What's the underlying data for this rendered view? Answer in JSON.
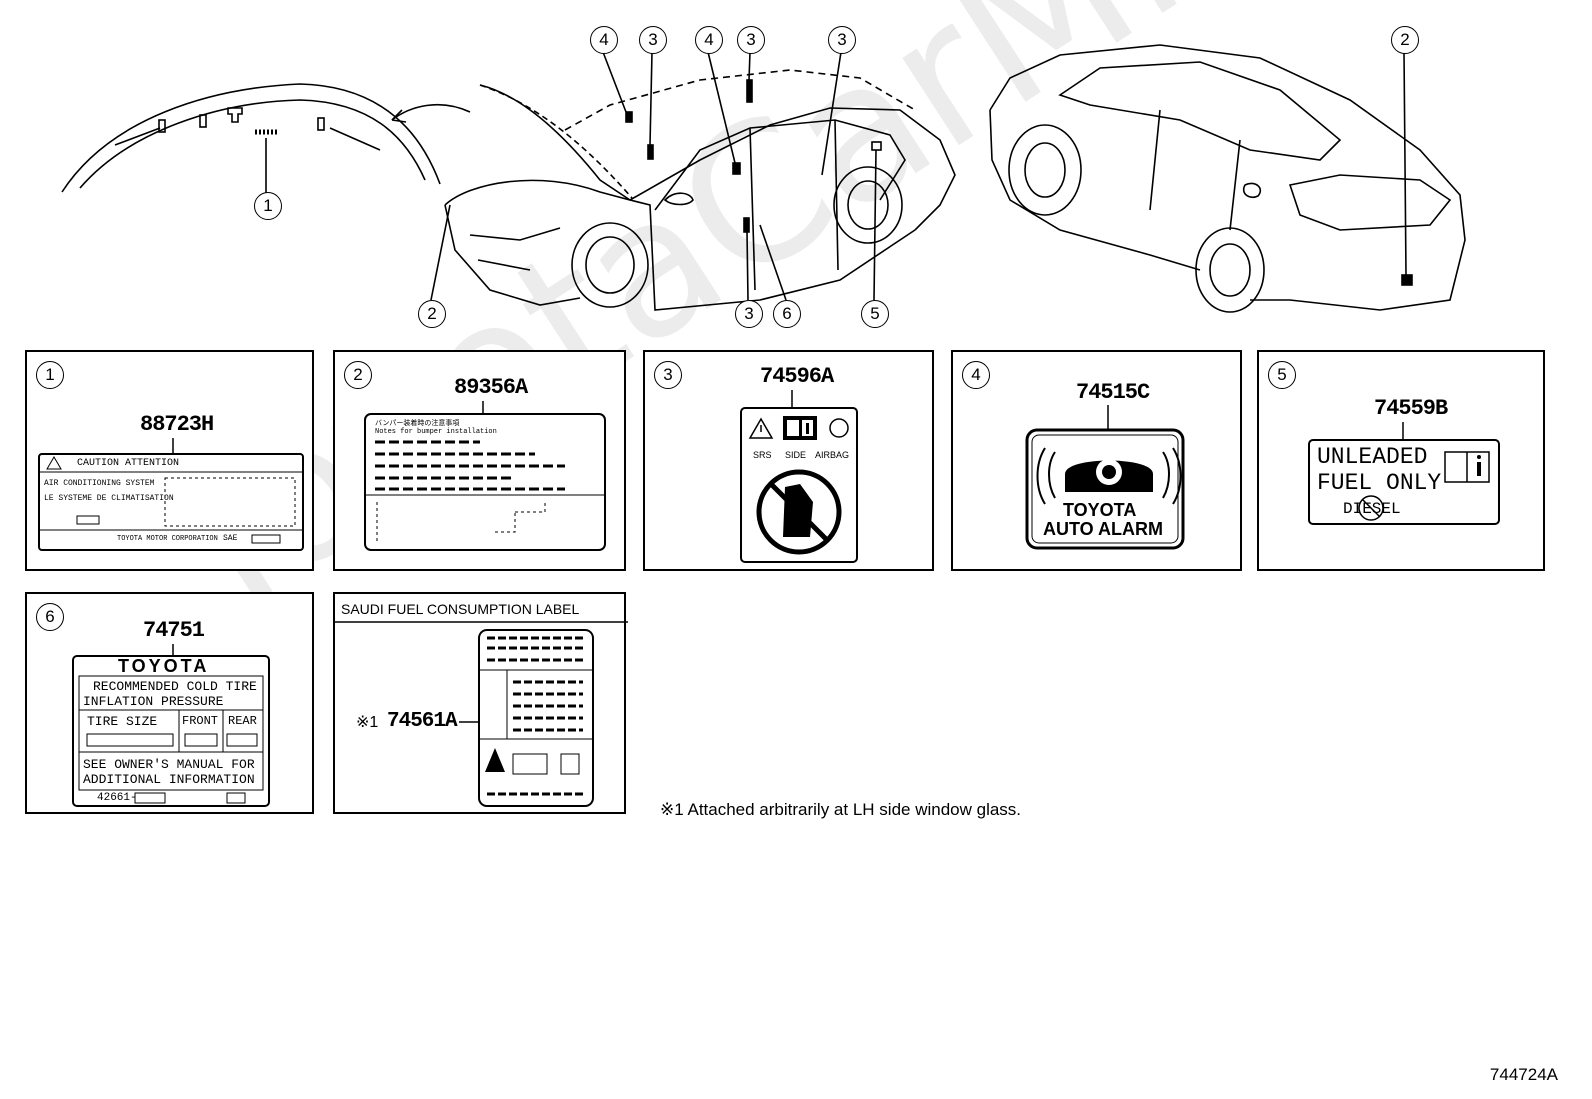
{
  "watermark": "ToyotaCarMine.ru",
  "drawing_id": "744724A",
  "footnote": "※1 Attached arbitrarily at LH side window glass.",
  "callouts": [
    "1",
    "2",
    "3",
    "4",
    "5",
    "6"
  ],
  "labels": {
    "l1": {
      "number": "1",
      "part": "88723H",
      "heading": "CAUTION  ATTENTION",
      "line1": "AIR CONDITIONING SYSTEM",
      "line2": "LE SYSTEME DE CLIMATISATION",
      "maker": "TOYOTA MOTOR CORPORATION",
      "code": "SAE"
    },
    "l2": {
      "number": "2",
      "part": "89356A",
      "line1": "バンパー装着時の注意事項",
      "line2": "Notes for bumper installation"
    },
    "l3": {
      "number": "3",
      "part": "74596A",
      "srs": "SRS",
      "side": "SIDE",
      "airbag": "AIRBAG"
    },
    "l4": {
      "number": "4",
      "part": "74515C",
      "brand": "TOYOTA",
      "text": "AUTO ALARM"
    },
    "l5": {
      "number": "5",
      "part": "74559B",
      "line1": "UNLEADED",
      "line2": "FUEL ONLY",
      "line3": "DIESEL"
    },
    "l6": {
      "number": "6",
      "part": "74751",
      "brand": "TOYOTA",
      "line1": "RECOMMENDED COLD TIRE",
      "line2": "INFLATION PRESSURE",
      "tire_size": "TIRE  SIZE",
      "front": "FRONT",
      "rear": "REAR",
      "line3": "SEE OWNER'S MANUAL FOR",
      "line4": "ADDITIONAL INFORMATION",
      "code": "42661-"
    },
    "saudi": {
      "title": "SAUDI FUEL CONSUMPTION LABEL",
      "mark": "※1",
      "part": "74561A"
    }
  },
  "icons": [
    "warning-icon",
    "manual-icon",
    "no-child-seat-icon",
    "alarm-car-icon",
    "fuel-pump-icon"
  ]
}
